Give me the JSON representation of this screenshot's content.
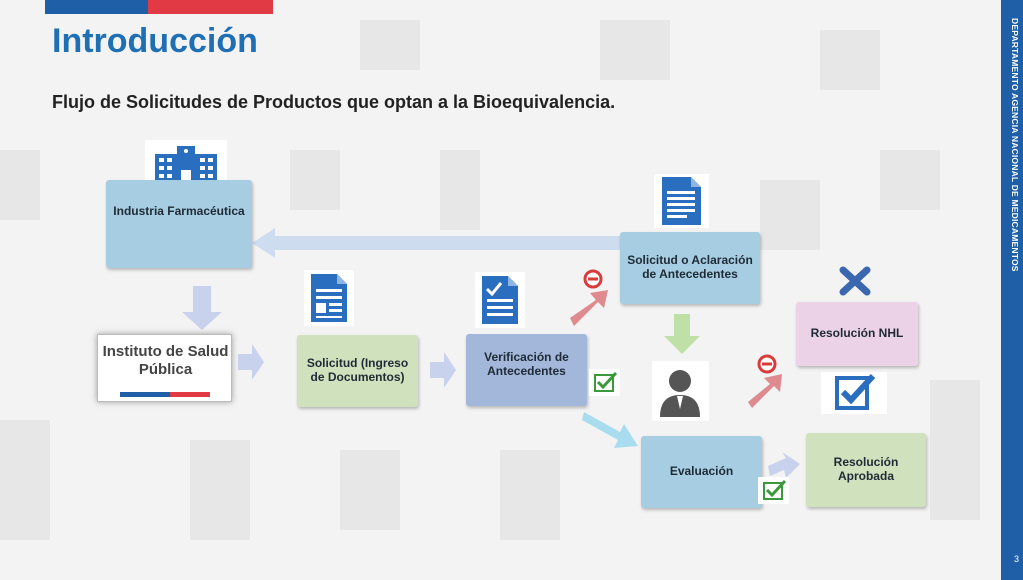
{
  "header": {
    "title": "Introducción",
    "subtitle": "Flujo de Solicitudes de Productos que optan a la Bioequivalencia."
  },
  "sidebar": {
    "text": "DEPARTAMENTO AGENCIA NACIONAL DE MEDICAMENTOS",
    "slide_number": "3"
  },
  "nodes": {
    "industria": "Industria Farmacéutica",
    "instituto_line1": "Instituto de Salud",
    "instituto_line2": "Pública",
    "solicitud": "Solicitud (Ingreso de Documentos)",
    "verificacion": "Verificación de Antecedentes",
    "aclaracion": "Solicitud o Aclaración de Antecedentes",
    "evaluacion": "Evaluación",
    "resolucion_nhl": "Resolución NHL",
    "resolucion_aprobada": "Resolución Aprobada"
  },
  "colors": {
    "brand_blue": "#1f5fa8",
    "brand_red": "#e23a45",
    "title_blue": "#1f6fb4",
    "box_blue": "#a6cde1",
    "box_green": "#cfe2bd",
    "box_purple": "#a2b7d9",
    "box_pink": "#ebd2e7"
  },
  "icons": [
    "building-icon",
    "document-icon",
    "checklist-icon",
    "document-list-icon",
    "person-icon",
    "prohibited-icon",
    "check-icon",
    "x-icon",
    "checkbox-icon"
  ]
}
